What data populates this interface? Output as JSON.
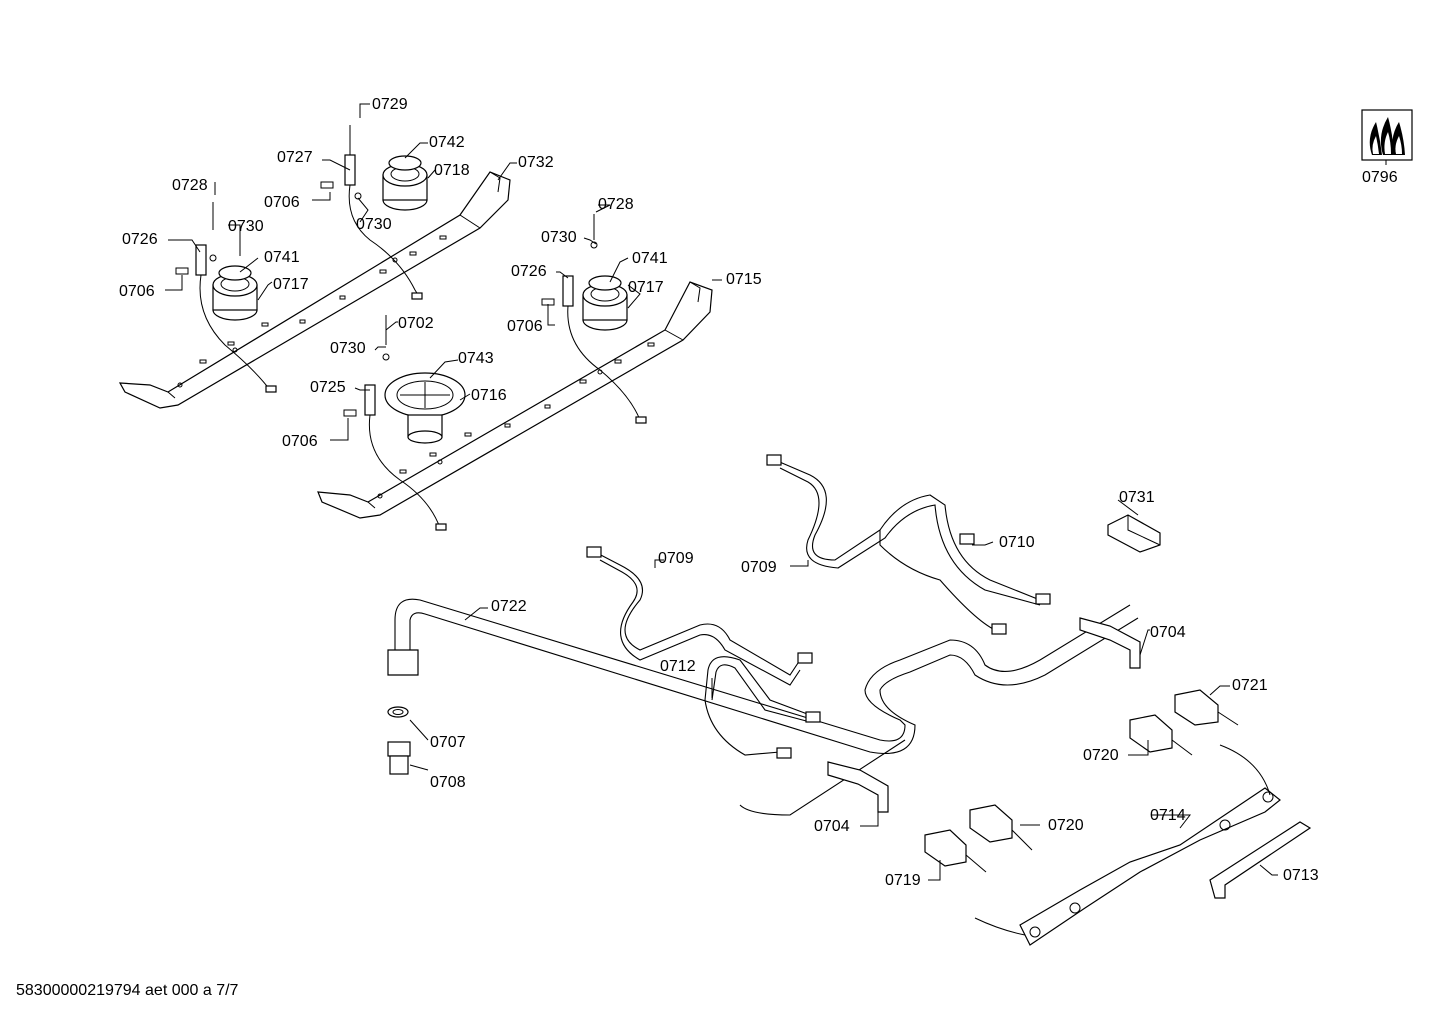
{
  "footer": {
    "doc_id": "58300000219794 aet 000 a 7/7"
  },
  "flame_icon": {
    "icon": "flame-icon",
    "label": "0796"
  },
  "labels": {
    "l0729": "0729",
    "l0742": "0742",
    "l0727": "0727",
    "l0718": "0718",
    "l0732": "0732",
    "l0728a": "0728",
    "l0706a": "0706",
    "l0730a": "0730",
    "l0730b": "0730",
    "l0726a": "0726",
    "l0741a": "0741",
    "l0717a": "0717",
    "l0706b": "0706",
    "l0728b": "0728",
    "l0730c": "0730",
    "l0741b": "0741",
    "l0726b": "0726",
    "l0715": "0715",
    "l0717b": "0717",
    "l0706c": "0706",
    "l0730d": "0730",
    "l0702": "0702",
    "l0743": "0743",
    "l0725": "0725",
    "l0716": "0716",
    "l0706d": "0706",
    "l0731": "0731",
    "l0710": "0710",
    "l0709a": "0709",
    "l0709b": "0709",
    "l0722": "0722",
    "l0704a": "0704",
    "l0712": "0712",
    "l0721": "0721",
    "l0707": "0707",
    "l0720a": "0720",
    "l0708": "0708",
    "l0714": "0714",
    "l0704b": "0704",
    "l0720b": "0720",
    "l0719": "0719",
    "l0713": "0713"
  }
}
